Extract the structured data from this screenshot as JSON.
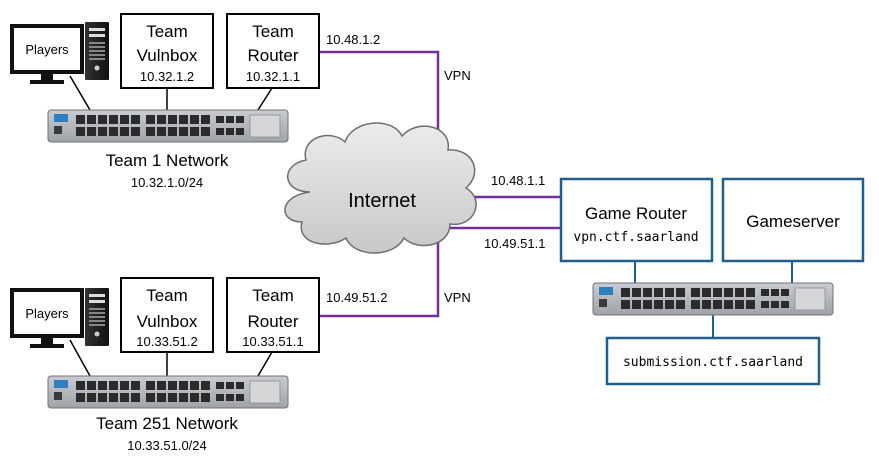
{
  "team1": {
    "players_label": "Players",
    "vulnbox": {
      "line1": "Team",
      "line2": "Vulnbox",
      "ip": "10.32.1.2"
    },
    "router": {
      "line1": "Team",
      "line2": "Router",
      "ip": "10.32.1.1"
    },
    "network_name": "Team 1 Network",
    "subnet": "10.32.1.0/24",
    "vpn_ip": "10.48.1.2"
  },
  "team251": {
    "players_label": "Players",
    "vulnbox": {
      "line1": "Team",
      "line2": "Vulnbox",
      "ip": "10.33.51.2"
    },
    "router": {
      "line1": "Team",
      "line2": "Router",
      "ip": "10.33.51.1"
    },
    "network_name": "Team 251 Network",
    "subnet": "10.33.51.0/24",
    "vpn_ip": "10.49.51.2"
  },
  "vpn_label_top": "VPN",
  "vpn_label_bottom": "VPN",
  "internet_label": "Internet",
  "game_router": {
    "title": "Game Router",
    "host": "vpn.ctf.saarland",
    "ip_top": "10.48.1.1",
    "ip_bottom": "10.49.51.1"
  },
  "gameserver": {
    "title": "Gameserver"
  },
  "submission": {
    "host": "submission.ctf.saarland"
  },
  "colors": {
    "vpn_line": "#7030a0",
    "game_box_border": "#1f5f8b",
    "cloud_fill": "#d9d9d9"
  }
}
